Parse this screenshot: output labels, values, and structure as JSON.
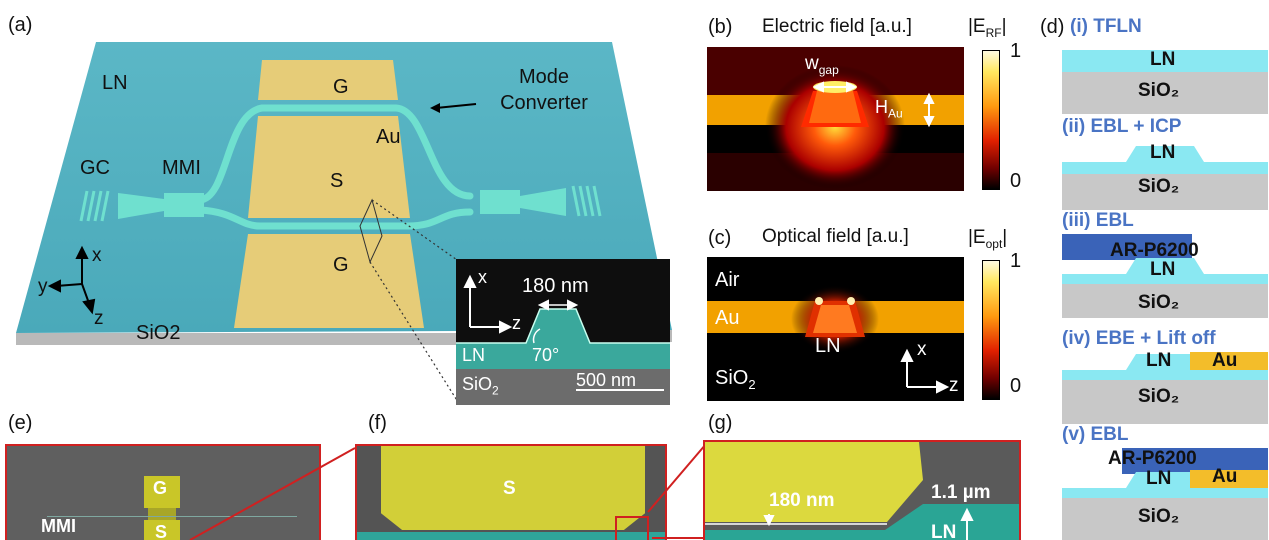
{
  "panel_a": {
    "label": "(a)",
    "ln": "LN",
    "g_top": "G",
    "mode_converter": "Mode Converter",
    "au": "Au",
    "gc": "GC",
    "mmi": "MMI",
    "s": "S",
    "g_bottom": "G",
    "axis_x": "x",
    "axis_y": "y",
    "axis_z": "z",
    "sio2": "SiO2",
    "inset": {
      "axis_x": "x",
      "axis_z": "z",
      "width": "180 nm",
      "ln": "LN",
      "angle": "70°",
      "sio2": "SiO",
      "sub2": "2",
      "scale": "500 nm"
    }
  },
  "panel_b": {
    "label": "(b)",
    "title": "Electric field [a.u.]",
    "colorbar_title": "|E",
    "colorbar_sub": "RF",
    "colorbar_close": "|",
    "wgap": "w",
    "wgap_sub": "gap",
    "hau": "H",
    "hau_sub": "Au",
    "cb_max": "1",
    "cb_min": "0"
  },
  "panel_c": {
    "label": "(c)",
    "title": "Optical field [a.u.]",
    "colorbar_title": "|E",
    "colorbar_sub": "opt",
    "colorbar_close": "|",
    "air": "Air",
    "au": "Au",
    "ln": "LN",
    "sio2": "SiO",
    "sub2": "2",
    "axis_x": "x",
    "axis_z": "z",
    "cb_max": "1",
    "cb_min": "0"
  },
  "panel_d": {
    "label": "(d)",
    "steps": [
      {
        "heading": "(i) TFLN",
        "layers": [
          "LN",
          "SiO₂"
        ]
      },
      {
        "heading": "(ii) EBL + ICP",
        "layers": [
          "LN",
          "SiO₂"
        ]
      },
      {
        "heading": "(iii) EBL",
        "layers": [
          "AR-P6200",
          "LN",
          "SiO₂"
        ]
      },
      {
        "heading": "(iv) EBE + Lift off",
        "layers": [
          "LN",
          "Au",
          "SiO₂"
        ]
      },
      {
        "heading": "(v) EBL",
        "layers": [
          "AR-P6200",
          "LN",
          "Au",
          "SiO₂"
        ]
      }
    ]
  },
  "panel_e": {
    "label": "(e)",
    "g": "G",
    "s": "S",
    "mmi": "MMI"
  },
  "panel_f": {
    "label": "(f)",
    "s": "S"
  },
  "panel_g": {
    "label": "(g)",
    "width": "180 nm",
    "height": "1.1 µm",
    "ln": "LN"
  }
}
